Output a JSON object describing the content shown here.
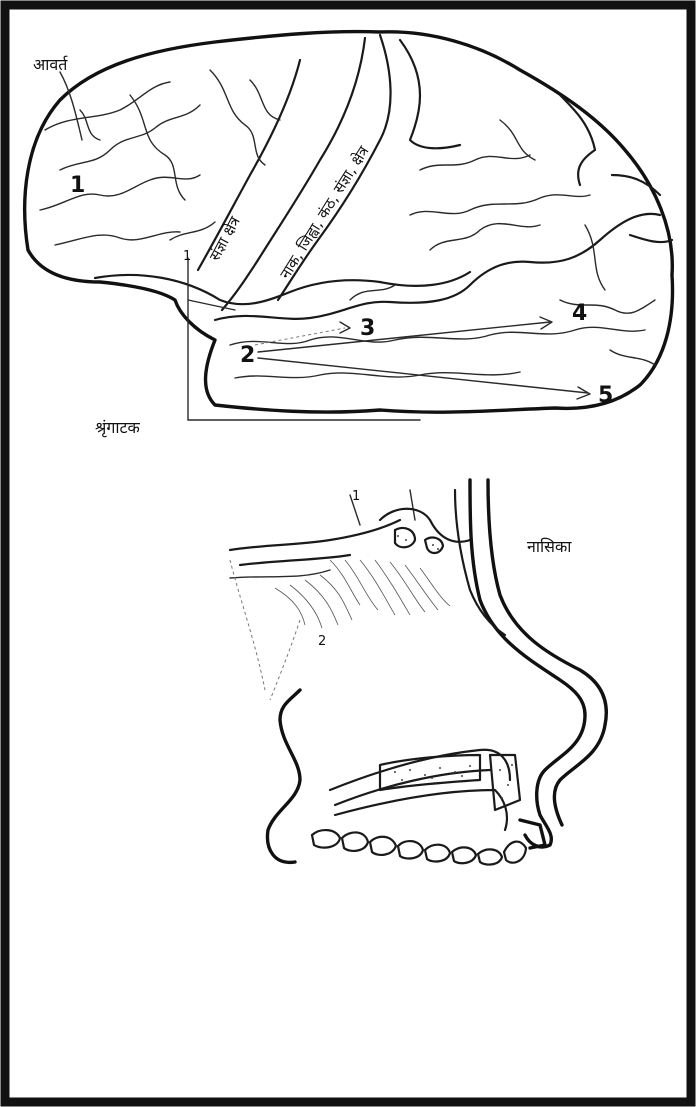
{
  "brain": {
    "labels": {
      "top_left": "आवर्त",
      "corner": "श्रृंगाटक",
      "sensory_strip": "संज्ञा क्षेत्र",
      "motor_strip": "नाक, जिह्वा, कंठ, संज्ञा, क्षेत्र"
    },
    "numbers": {
      "n1": "1",
      "n2": "2",
      "n3": "3",
      "n4": "4",
      "n5": "5"
    },
    "line_numbers": {
      "l1": "1"
    }
  },
  "nose": {
    "labels": {
      "nose_label": "नासिका"
    },
    "numbers": {
      "n1": "1",
      "n2": "2"
    }
  }
}
